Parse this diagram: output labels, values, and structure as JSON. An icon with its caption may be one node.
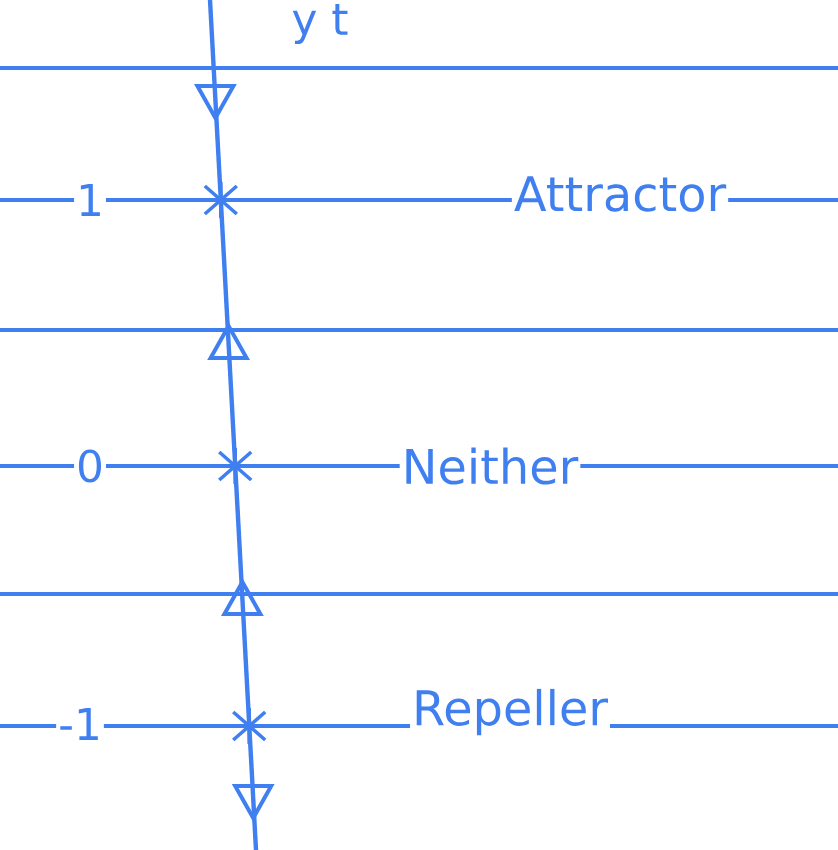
{
  "diagram": {
    "labels": [
      "y t",
      "1",
      "Attractor",
      "0",
      "Neither",
      "-1",
      "Repeller"
    ]
  }
}
